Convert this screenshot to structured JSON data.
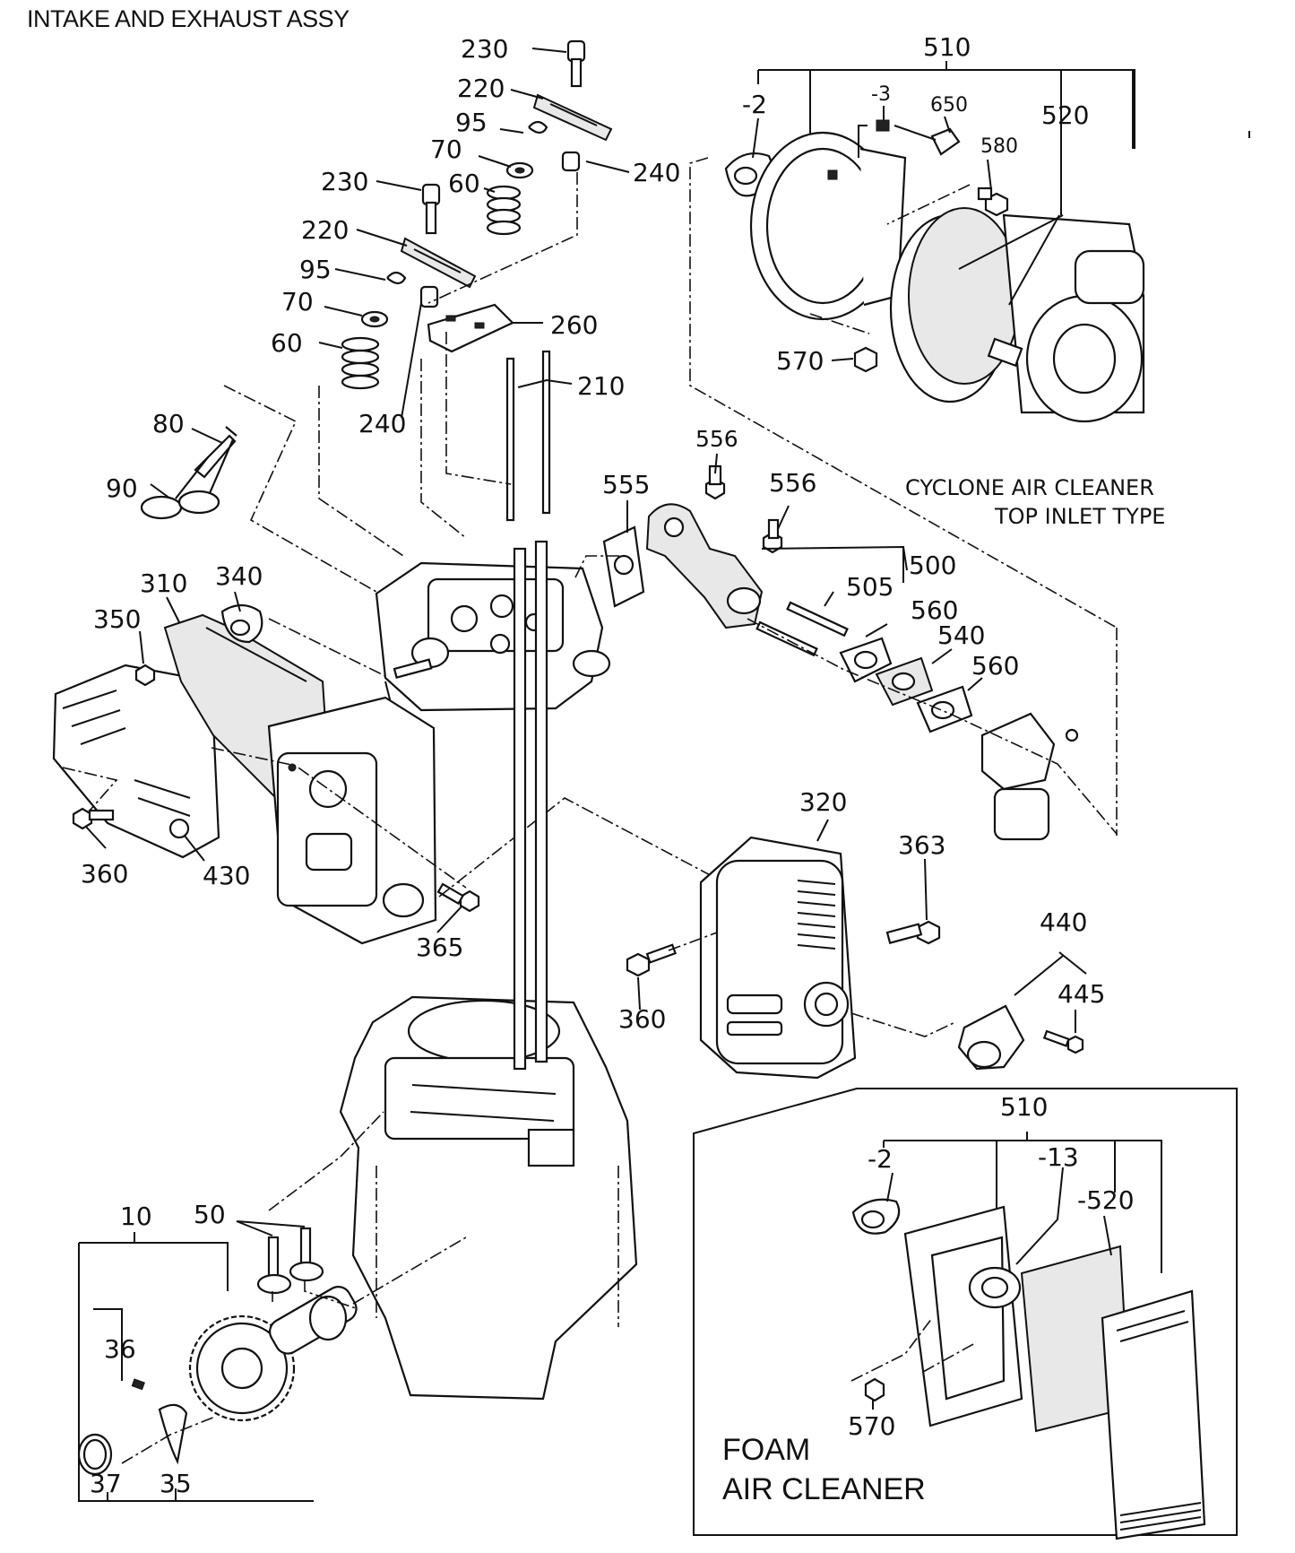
{
  "title": "INTAKE AND EXHAUST ASSY",
  "callouts": [
    "230",
    "220",
    "95",
    "70",
    "60",
    "240",
    "230",
    "220",
    "95",
    "70",
    "60",
    "240",
    "260",
    "210",
    "80",
    "90",
    "510",
    "-2",
    "-3",
    "650",
    "580",
    "520",
    "570",
    "556",
    "555",
    "556",
    "500",
    "505",
    "560",
    "540",
    "560",
    "310",
    "340",
    "350",
    "360",
    "430",
    "365",
    "320",
    "363",
    "360",
    "440",
    "445",
    "10",
    "50",
    "36",
    "37",
    "35",
    "510",
    "-2",
    "-13",
    "-520",
    "570"
  ],
  "captions": {
    "cyclone_line1": "CYCLONE AIR CLEANER",
    "cyclone_line2": "TOP INLET TYPE",
    "foam_line1": "FOAM",
    "foam_line2": "AIR CLEANER"
  }
}
